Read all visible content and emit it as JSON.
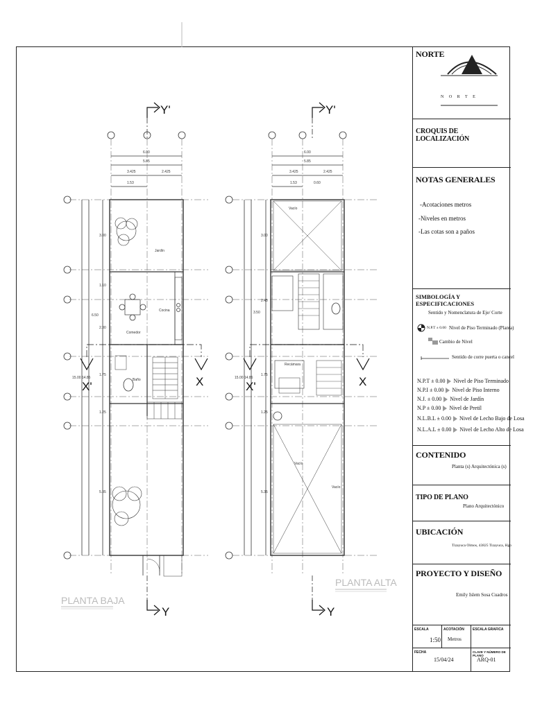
{
  "plans": {
    "planta_baja": "PLANTA BAJA",
    "planta_alta": "PLANTA ALTA",
    "section_y_top": "Y'",
    "section_y_bottom": "Y",
    "section_x": "X",
    "section_x_prime": "X'",
    "dims": {
      "total": "6.00",
      "inner": "5.85",
      "left": "3.425",
      "right": "2.425",
      "small": "1.53",
      "small2": "0.60",
      "v1": "3.00",
      "v2": "1.10",
      "v3": "6.50",
      "v4": "2.30",
      "v5": "1.75",
      "v6": "1.25",
      "v7": "5.35",
      "v8": "2.45",
      "v9": "3.50",
      "overall": "15.00 14.85"
    },
    "rooms_pb": {
      "jardin": "Jardín",
      "cocina": "Cocina",
      "comedor": "Comedor",
      "bano": "Baño"
    },
    "rooms_pa": {
      "vacio": "Vacío",
      "recamara": "Recámara"
    }
  },
  "titleblock": {
    "norte": "NORTE",
    "norte_logo": "N O R T E",
    "croquis": "CROQUIS DE LOCALIZACIÓN",
    "notas": "NOTAS GENERALES",
    "notas_items": [
      "-Acotaciones metros",
      "-Niveles en metros",
      "-Las cotas son a paños"
    ],
    "simbologia": "SIMBOLOGÍA Y ESPECIFICACIONES",
    "sym_eje": "Sentido y Nomenclatura de Eje/ Corte",
    "sym_npt_small": "N.P.T ± 0.00",
    "sym_npt_label": "Nivel de Piso Terminado (Planta)",
    "sym_cambio": "Cambio de Nivel",
    "sym_corre": "Sentido de corre puerta o cancel",
    "niveles": [
      {
        "code": "N.P.T ± 0.00",
        "label": "Nivel de Piso Terminado"
      },
      {
        "code": "N.P.I ± 0.00",
        "label": "Nivel de Piso Interno"
      },
      {
        "code": "N.J. ± 0.00",
        "label": "Nivel de Jardín"
      },
      {
        "code": "N.P ± 0.00",
        "label": "Nivel de Pretil"
      },
      {
        "code": "N.L.B.L ± 0.00",
        "label": "Nivel de Lecho Bajo de Losa"
      },
      {
        "code": "N.L.A.L ± 0.00",
        "label": "Nivel de Lecho Alto de Losa"
      }
    ],
    "contenido": "CONTENIDO",
    "contenido_val": "Planta (s) Arquitectónica (s)",
    "tipo": "TIPO DE PLANO",
    "tipo_val": "Plano Arquitectónico",
    "ubicacion": "UBICACIÓN",
    "ubicacion_val": "Tizayuca Olmos, 43825 Tizayuca, Hgo",
    "proyecto": "PROYECTO Y DISEÑO",
    "proyecto_val": "Emily Islem Sosa Cuadros",
    "escala_lbl": "ESCALA",
    "escala_val": "1:50",
    "acot_lbl": "ACOTACIÓN",
    "acot_val": "Metros",
    "grafica_lbl": "ESCALA GRAFICA",
    "fecha_lbl": "FECHA",
    "fecha_val": "15/04/24",
    "clave_lbl": "CLAVE Y NÚMERO DE PLANO",
    "clave_val": "ARQ-01"
  },
  "colors": {
    "line": "#222222",
    "faint": "#9a9a9a",
    "label": "#bbbbbb"
  }
}
